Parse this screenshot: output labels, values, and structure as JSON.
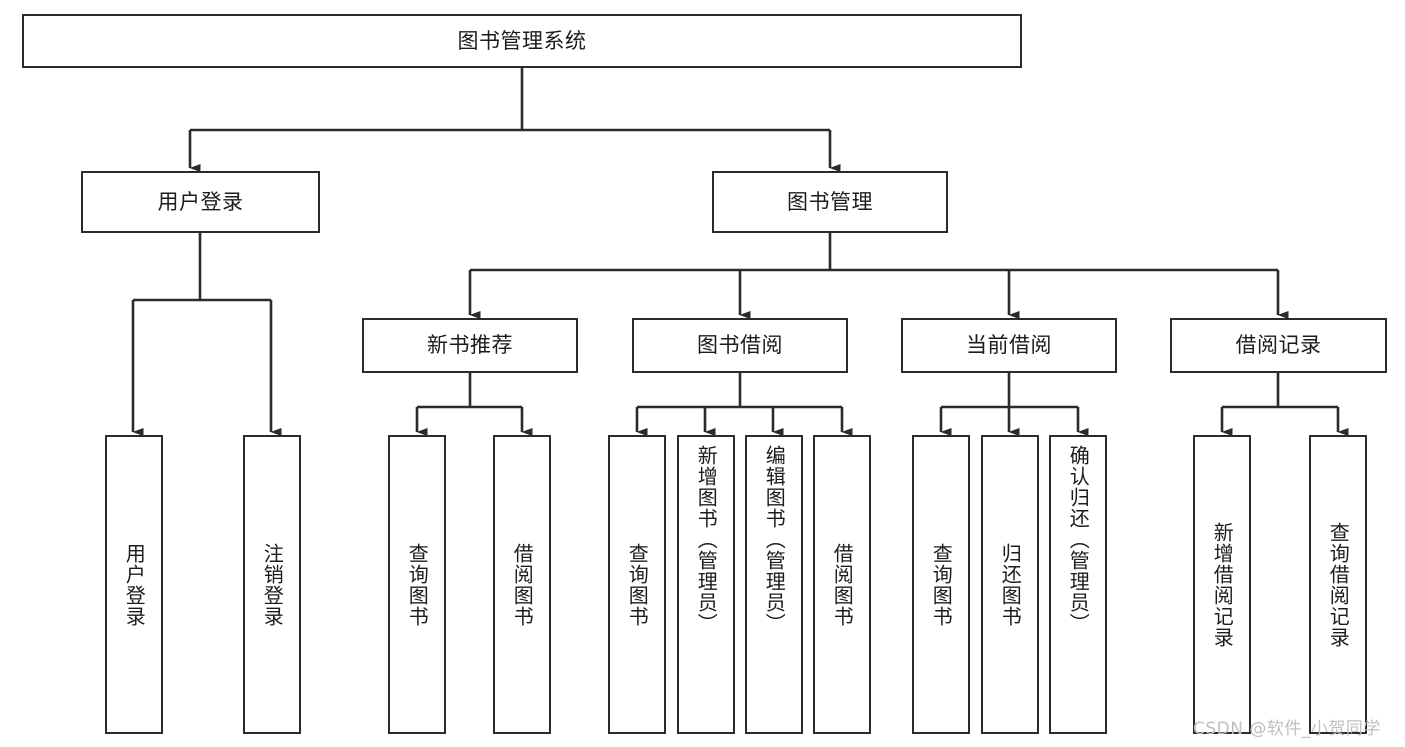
{
  "diagram": {
    "type": "tree-hierarchy",
    "title": "图书管理系统",
    "root": {
      "id": "root",
      "label": "图书管理系统"
    },
    "level2": [
      {
        "id": "user-login",
        "label": "用户登录"
      },
      {
        "id": "book-manage",
        "label": "图书管理"
      }
    ],
    "level3": [
      {
        "id": "new-book-recommend",
        "label": "新书推荐",
        "parent": "book-manage"
      },
      {
        "id": "book-borrow",
        "label": "图书借阅",
        "parent": "book-manage"
      },
      {
        "id": "current-borrow",
        "label": "当前借阅",
        "parent": "book-manage"
      },
      {
        "id": "borrow-record",
        "label": "借阅记录",
        "parent": "book-manage"
      }
    ],
    "leaves": [
      {
        "id": "leaf-user-login",
        "label": "用户登录",
        "parent": "user-login"
      },
      {
        "id": "leaf-user-logout",
        "label": "注销登录",
        "parent": "user-login"
      },
      {
        "id": "leaf-query-book-1",
        "label": "查询图书",
        "parent": "new-book-recommend"
      },
      {
        "id": "leaf-borrow-book-1",
        "label": "借阅图书",
        "parent": "new-book-recommend"
      },
      {
        "id": "leaf-query-book-2",
        "label": "查询图书",
        "parent": "book-borrow"
      },
      {
        "id": "leaf-add-book",
        "label": "新增图书（管理员）",
        "parent": "book-borrow"
      },
      {
        "id": "leaf-edit-book",
        "label": "编辑图书（管理员）",
        "parent": "book-borrow"
      },
      {
        "id": "leaf-borrow-book-2",
        "label": "借阅图书",
        "parent": "book-borrow"
      },
      {
        "id": "leaf-query-book-3",
        "label": "查询图书",
        "parent": "current-borrow"
      },
      {
        "id": "leaf-return-book",
        "label": "归还图书",
        "parent": "current-borrow"
      },
      {
        "id": "leaf-confirm-return",
        "label": "确认归还（管理员）",
        "parent": "current-borrow"
      },
      {
        "id": "leaf-add-record",
        "label": "新增借阅记录",
        "parent": "borrow-record"
      },
      {
        "id": "leaf-query-record",
        "label": "查询借阅记录",
        "parent": "borrow-record"
      }
    ],
    "colors": {
      "stroke": "#2b2b2b",
      "fill": "#ffffff",
      "text": "#1c1c1c",
      "watermark": "#bfbfbf"
    }
  },
  "watermark": {
    "text": "CSDN @软件_小贺同学"
  }
}
